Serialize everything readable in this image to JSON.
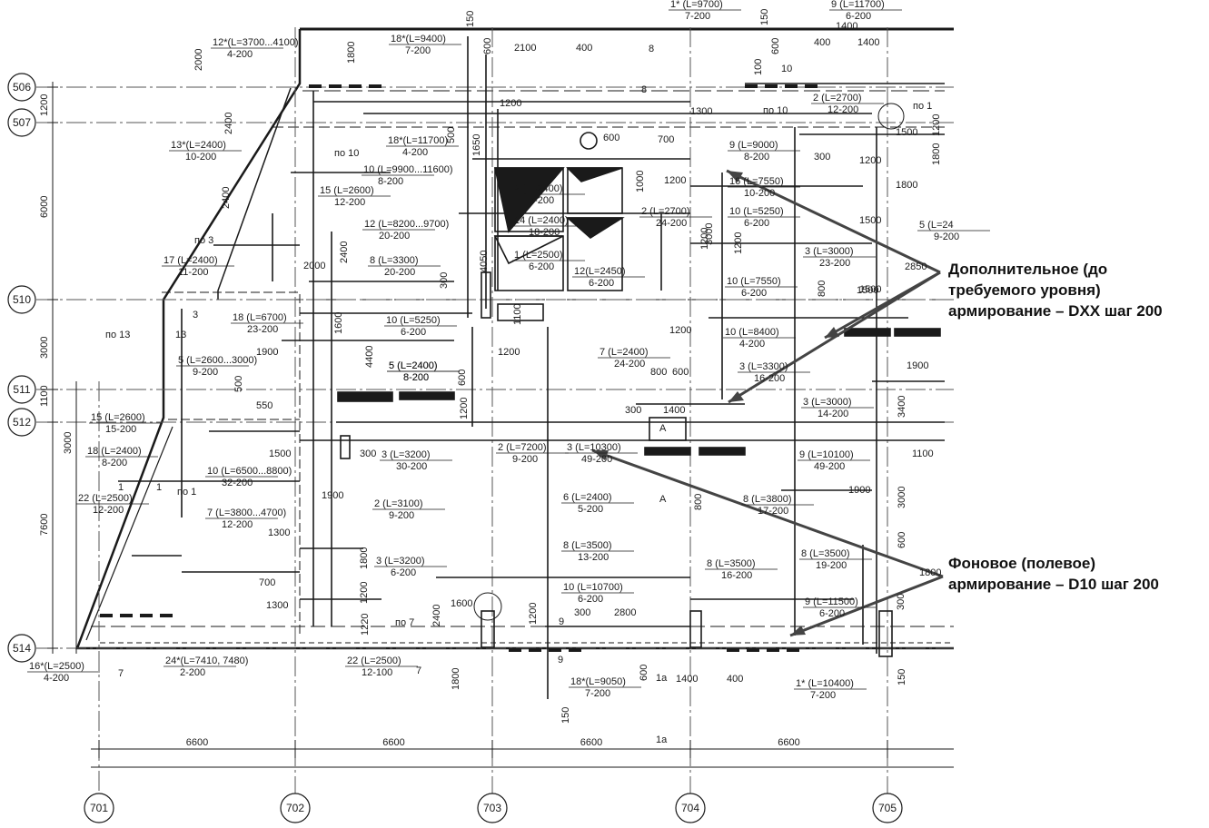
{
  "axes": {
    "rows": [
      "506",
      "507",
      "510",
      "511",
      "512",
      "514"
    ],
    "cols": [
      "701",
      "702",
      "703",
      "704",
      "705"
    ]
  },
  "spacing": {
    "cols": [
      "6600",
      "6600",
      "6600",
      "6600"
    ],
    "rows_left": [
      "1200",
      "6000",
      "3000",
      "1100",
      "3000",
      "7600"
    ]
  },
  "rebar_labels": [
    {
      "mark": "12*(L=3700...4100)",
      "step": "4-200"
    },
    {
      "mark": "13*(L=2400)",
      "step": "10-200"
    },
    {
      "mark": "15 (L=2600)",
      "step": "12-200"
    },
    {
      "mark": "17 (L=2400)",
      "step": "11-200"
    },
    {
      "mark": "18 (L=6700)",
      "step": "23-200"
    },
    {
      "mark": "5 (L=2600...3000)",
      "step": "9-200"
    },
    {
      "mark": "15 (L=2600)",
      "step": "15-200"
    },
    {
      "mark": "18 (L=2400)",
      "step": "8-200"
    },
    {
      "mark": "22 (L=2500)",
      "step": "12-200"
    },
    {
      "mark": "10 (L=6500...8800)",
      "step": "32-200"
    },
    {
      "mark": "7 (L=3800...4700)",
      "step": "12-200"
    },
    {
      "mark": "16*(L=2500)",
      "step": "4-200"
    },
    {
      "mark": "24*(L=7410, 7480)",
      "step": "2-200"
    },
    {
      "mark": "22 (L=2500)",
      "step": "12-100"
    },
    {
      "mark": "18*(L=9400)",
      "step": "7-200"
    },
    {
      "mark": "5 (L=2400)",
      "step": "8-200"
    },
    {
      "mark": "18*(L=11700)",
      "step": "4-200"
    },
    {
      "mark": "10 (L=9900...11600)",
      "step": "8-200"
    },
    {
      "mark": "12 (L=8200...9700)",
      "step": "20-200"
    },
    {
      "mark": "8 (L=3300)",
      "step": "20-200"
    },
    {
      "mark": "10 (L=5250)",
      "step": "6-200"
    },
    {
      "mark": "5 (L=2400)",
      "step": "8-200"
    },
    {
      "mark": "3 (L=3200)",
      "step": "30-200"
    },
    {
      "mark": "2 (L=3100)",
      "step": "9-200"
    },
    {
      "mark": "3 (L=3200)",
      "step": "6-200"
    },
    {
      "mark": "2 (L=2400)",
      "step": "8-200"
    },
    {
      "mark": "14 (L=2400)",
      "step": "18-200"
    },
    {
      "mark": "1 (L=2500)",
      "step": "6-200"
    },
    {
      "mark": "12(L=2450)",
      "step": "6-200"
    },
    {
      "mark": "2 (L=7200)",
      "step": "9-200"
    },
    {
      "mark": "3 (L=10300)",
      "step": "49-200"
    },
    {
      "mark": "6 (L=2400)",
      "step": "5-200"
    },
    {
      "mark": "8 (L=3500)",
      "step": "13-200"
    },
    {
      "mark": "10 (L=10700)",
      "step": "6-200"
    },
    {
      "mark": "18*(L=9050)",
      "step": "7-200"
    },
    {
      "mark": "1* (L=9700)",
      "step": "7-200"
    },
    {
      "mark": "2 (L=2700)",
      "step": "24-200"
    },
    {
      "mark": "7 (L=2400)",
      "step": "24-200"
    },
    {
      "mark": "9 (L=11700)",
      "step": "6-200"
    },
    {
      "mark": "2 (L=2700)",
      "step": "12-200"
    },
    {
      "mark": "9 (L=9000)",
      "step": "8-200"
    },
    {
      "mark": "16 (L=7550)",
      "step": "10-200"
    },
    {
      "mark": "10 (L=5250)",
      "step": "6-200"
    },
    {
      "mark": "3 (L=3000)",
      "step": "23-200"
    },
    {
      "mark": "10 (L=7550)",
      "step": "6-200"
    },
    {
      "mark": "10 (L=8400)",
      "step": "4-200"
    },
    {
      "mark": "3 (L=3300)",
      "step": "16-200"
    },
    {
      "mark": "3 (L=3000)",
      "step": "14-200"
    },
    {
      "mark": "9 (L=10100)",
      "step": "49-200"
    },
    {
      "mark": "8 (L=3800)",
      "step": "17-200"
    },
    {
      "mark": "8 (L=3500)",
      "step": "16-200"
    },
    {
      "mark": "8 (L=3500)",
      "step": "19-200"
    },
    {
      "mark": "9 (L=11500)",
      "step": "6-200"
    },
    {
      "mark": "1* (L=10400)",
      "step": "7-200"
    },
    {
      "mark": "5 (L=24",
      "step": "9-200"
    }
  ],
  "dims": [
    "2000",
    "1800",
    "2400",
    "2400",
    "150",
    "600",
    "2100",
    "400",
    "150",
    "600",
    "100",
    "1200",
    "500",
    "600",
    "1650",
    "4050",
    "300",
    "1100",
    "2000",
    "2400",
    "1600",
    "4400",
    "1900",
    "1200",
    "600",
    "1200",
    "1300",
    "500",
    "550",
    "1500",
    "300",
    "1900",
    "1300",
    "1800",
    "1200",
    "700",
    "1300",
    "1220",
    "1600",
    "2400",
    "1200",
    "300",
    "2800",
    "1800",
    "600",
    "150",
    "1400",
    "400",
    "1200",
    "700",
    "1000",
    "1200",
    "1200",
    "3000",
    "1200",
    "800",
    "1500",
    "800",
    "600",
    "300",
    "1400",
    "800",
    "1400",
    "300",
    "400",
    "1400",
    "1200",
    "1800",
    "1800",
    "1200",
    "1500",
    "1500",
    "2850",
    "1500",
    "1900",
    "3400",
    "1100",
    "1900",
    "3000",
    "600",
    "1800",
    "300",
    "150"
  ],
  "section_marks": [
    "по 13",
    "13",
    "3",
    "по 3",
    "по 1",
    "1",
    "7",
    "7",
    "по 7",
    "9",
    "9",
    "1а",
    "1а",
    "А",
    "А",
    "по 10",
    "8",
    "8",
    "10",
    "по 10",
    "по 1",
    "1"
  ],
  "callouts": {
    "additional": {
      "lines": [
        "Дополнительное (до",
        "требуемого уровня)",
        "армирование – DXX шаг 200"
      ]
    },
    "background": {
      "lines": [
        "Фоновое (полевое)",
        "армирование – D10 шаг 200"
      ]
    }
  },
  "colors": {
    "ink": "#1a1a1a",
    "paper": "#ffffff",
    "grid": "#555555"
  }
}
